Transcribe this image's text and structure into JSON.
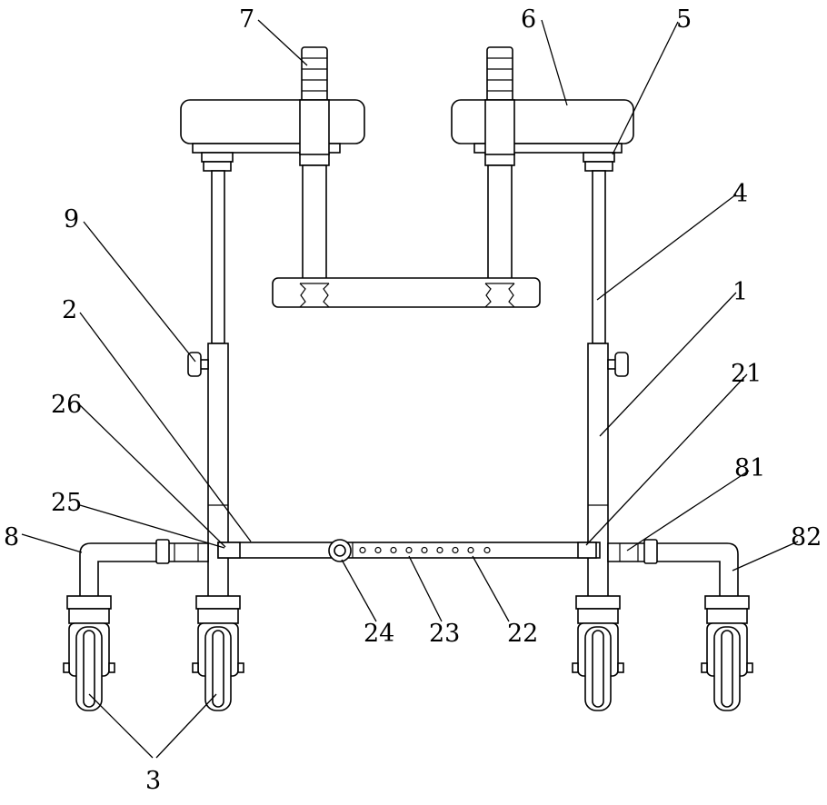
{
  "labels": {
    "l1": "1",
    "l2": "2",
    "l3": "3",
    "l4": "4",
    "l5": "5",
    "l6": "6",
    "l7": "7",
    "l8": "8",
    "l9": "9",
    "l21": "21",
    "l22": "22",
    "l23": "23",
    "l24": "24",
    "l25": "25",
    "l26": "26",
    "l81": "81",
    "l82": "82"
  }
}
